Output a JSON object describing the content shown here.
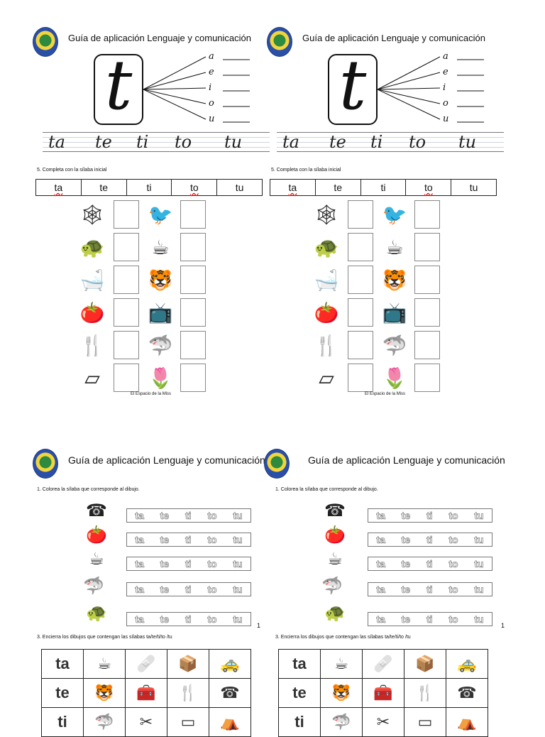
{
  "header_text": "Guía de aplicación Lenguaje y comunicación",
  "letter": "t",
  "vowels": [
    "a",
    "e",
    "i",
    "o",
    "u"
  ],
  "cursive_syllables": [
    "ta",
    "te",
    "ti",
    "to",
    "tu"
  ],
  "completa": {
    "instruction": "5. Completa con la sílaba inicial",
    "syllables": [
      "ta",
      "te",
      "ti",
      "to",
      "tu"
    ],
    "credit": "El Espacio de la Miss"
  },
  "colorea": {
    "instruction": "1. Colorea la sílaba que corresponde al dibujo.",
    "syllables": [
      "ta",
      "te",
      "ti",
      "to",
      "tu"
    ],
    "page_number": "1"
  },
  "encierra": {
    "instruction": "3. Encierra los dibujos que contengan las sílabas ta/te/ti/to /tu",
    "row_labels": [
      "ta",
      "te",
      "ti"
    ]
  },
  "icons": {
    "completa_left": [
      "spiderweb-icon",
      "turtle-icon",
      "bathtub-icon",
      "tomato-icon",
      "fork-icon",
      "towel-icon"
    ],
    "completa_right": [
      "toucan-icon",
      "cup-icon",
      "tiger-icon",
      "tv-icon",
      "shark-icon",
      "tulip-icon"
    ],
    "colorea": [
      "telephone-icon",
      "tomato-icon",
      "cup-icon",
      "shark-icon",
      "turtle-icon"
    ],
    "encierra_row1": [
      "cup-icon",
      "bandage-icon",
      "box-icon",
      "taxi-icon"
    ],
    "encierra_row2": [
      "tiger-icon",
      "chest-icon",
      "fork-icon",
      "telephone-icon"
    ],
    "encierra_row3": [
      "shark-icon",
      "scissors-icon",
      "stapler-icon",
      "tent-icon"
    ]
  }
}
